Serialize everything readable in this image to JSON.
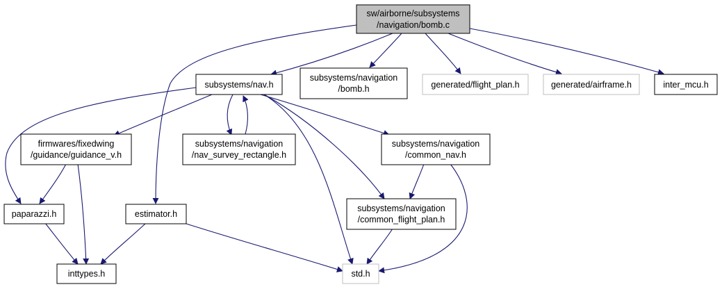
{
  "colors": {
    "edge": "#191970",
    "root_fill": "#bfbfbf",
    "node_border": "#000000",
    "external_border": "#bfbfbf"
  },
  "nodes": {
    "root": {
      "lines": [
        "sw/airborne/subsystems",
        "/navigation/bomb.c"
      ],
      "style": "root"
    },
    "nav_h": {
      "lines": [
        "subsystems/nav.h"
      ],
      "style": "normal"
    },
    "bomb_h": {
      "lines": [
        "subsystems/navigation",
        "/bomb.h"
      ],
      "style": "normal"
    },
    "flight_plan_h": {
      "lines": [
        "generated/flight_plan.h"
      ],
      "style": "external"
    },
    "airframe_h": {
      "lines": [
        "generated/airframe.h"
      ],
      "style": "external"
    },
    "inter_mcu_h": {
      "lines": [
        "inter_mcu.h"
      ],
      "style": "normal"
    },
    "guidance_v_h": {
      "lines": [
        "firmwares/fixedwing",
        "/guidance/guidance_v.h"
      ],
      "style": "normal"
    },
    "nav_survey_rectangle_h": {
      "lines": [
        "subsystems/navigation",
        "/nav_survey_rectangle.h"
      ],
      "style": "normal"
    },
    "common_nav_h": {
      "lines": [
        "subsystems/navigation",
        "/common_nav.h"
      ],
      "style": "normal"
    },
    "paparazzi_h": {
      "lines": [
        "paparazzi.h"
      ],
      "style": "normal"
    },
    "estimator_h": {
      "lines": [
        "estimator.h"
      ],
      "style": "normal"
    },
    "common_flight_plan_h": {
      "lines": [
        "subsystems/navigation",
        "/common_flight_plan.h"
      ],
      "style": "normal"
    },
    "inttypes_h": {
      "lines": [
        "inttypes.h"
      ],
      "style": "normal"
    },
    "std_h": {
      "lines": [
        "std.h"
      ],
      "style": "external"
    }
  }
}
